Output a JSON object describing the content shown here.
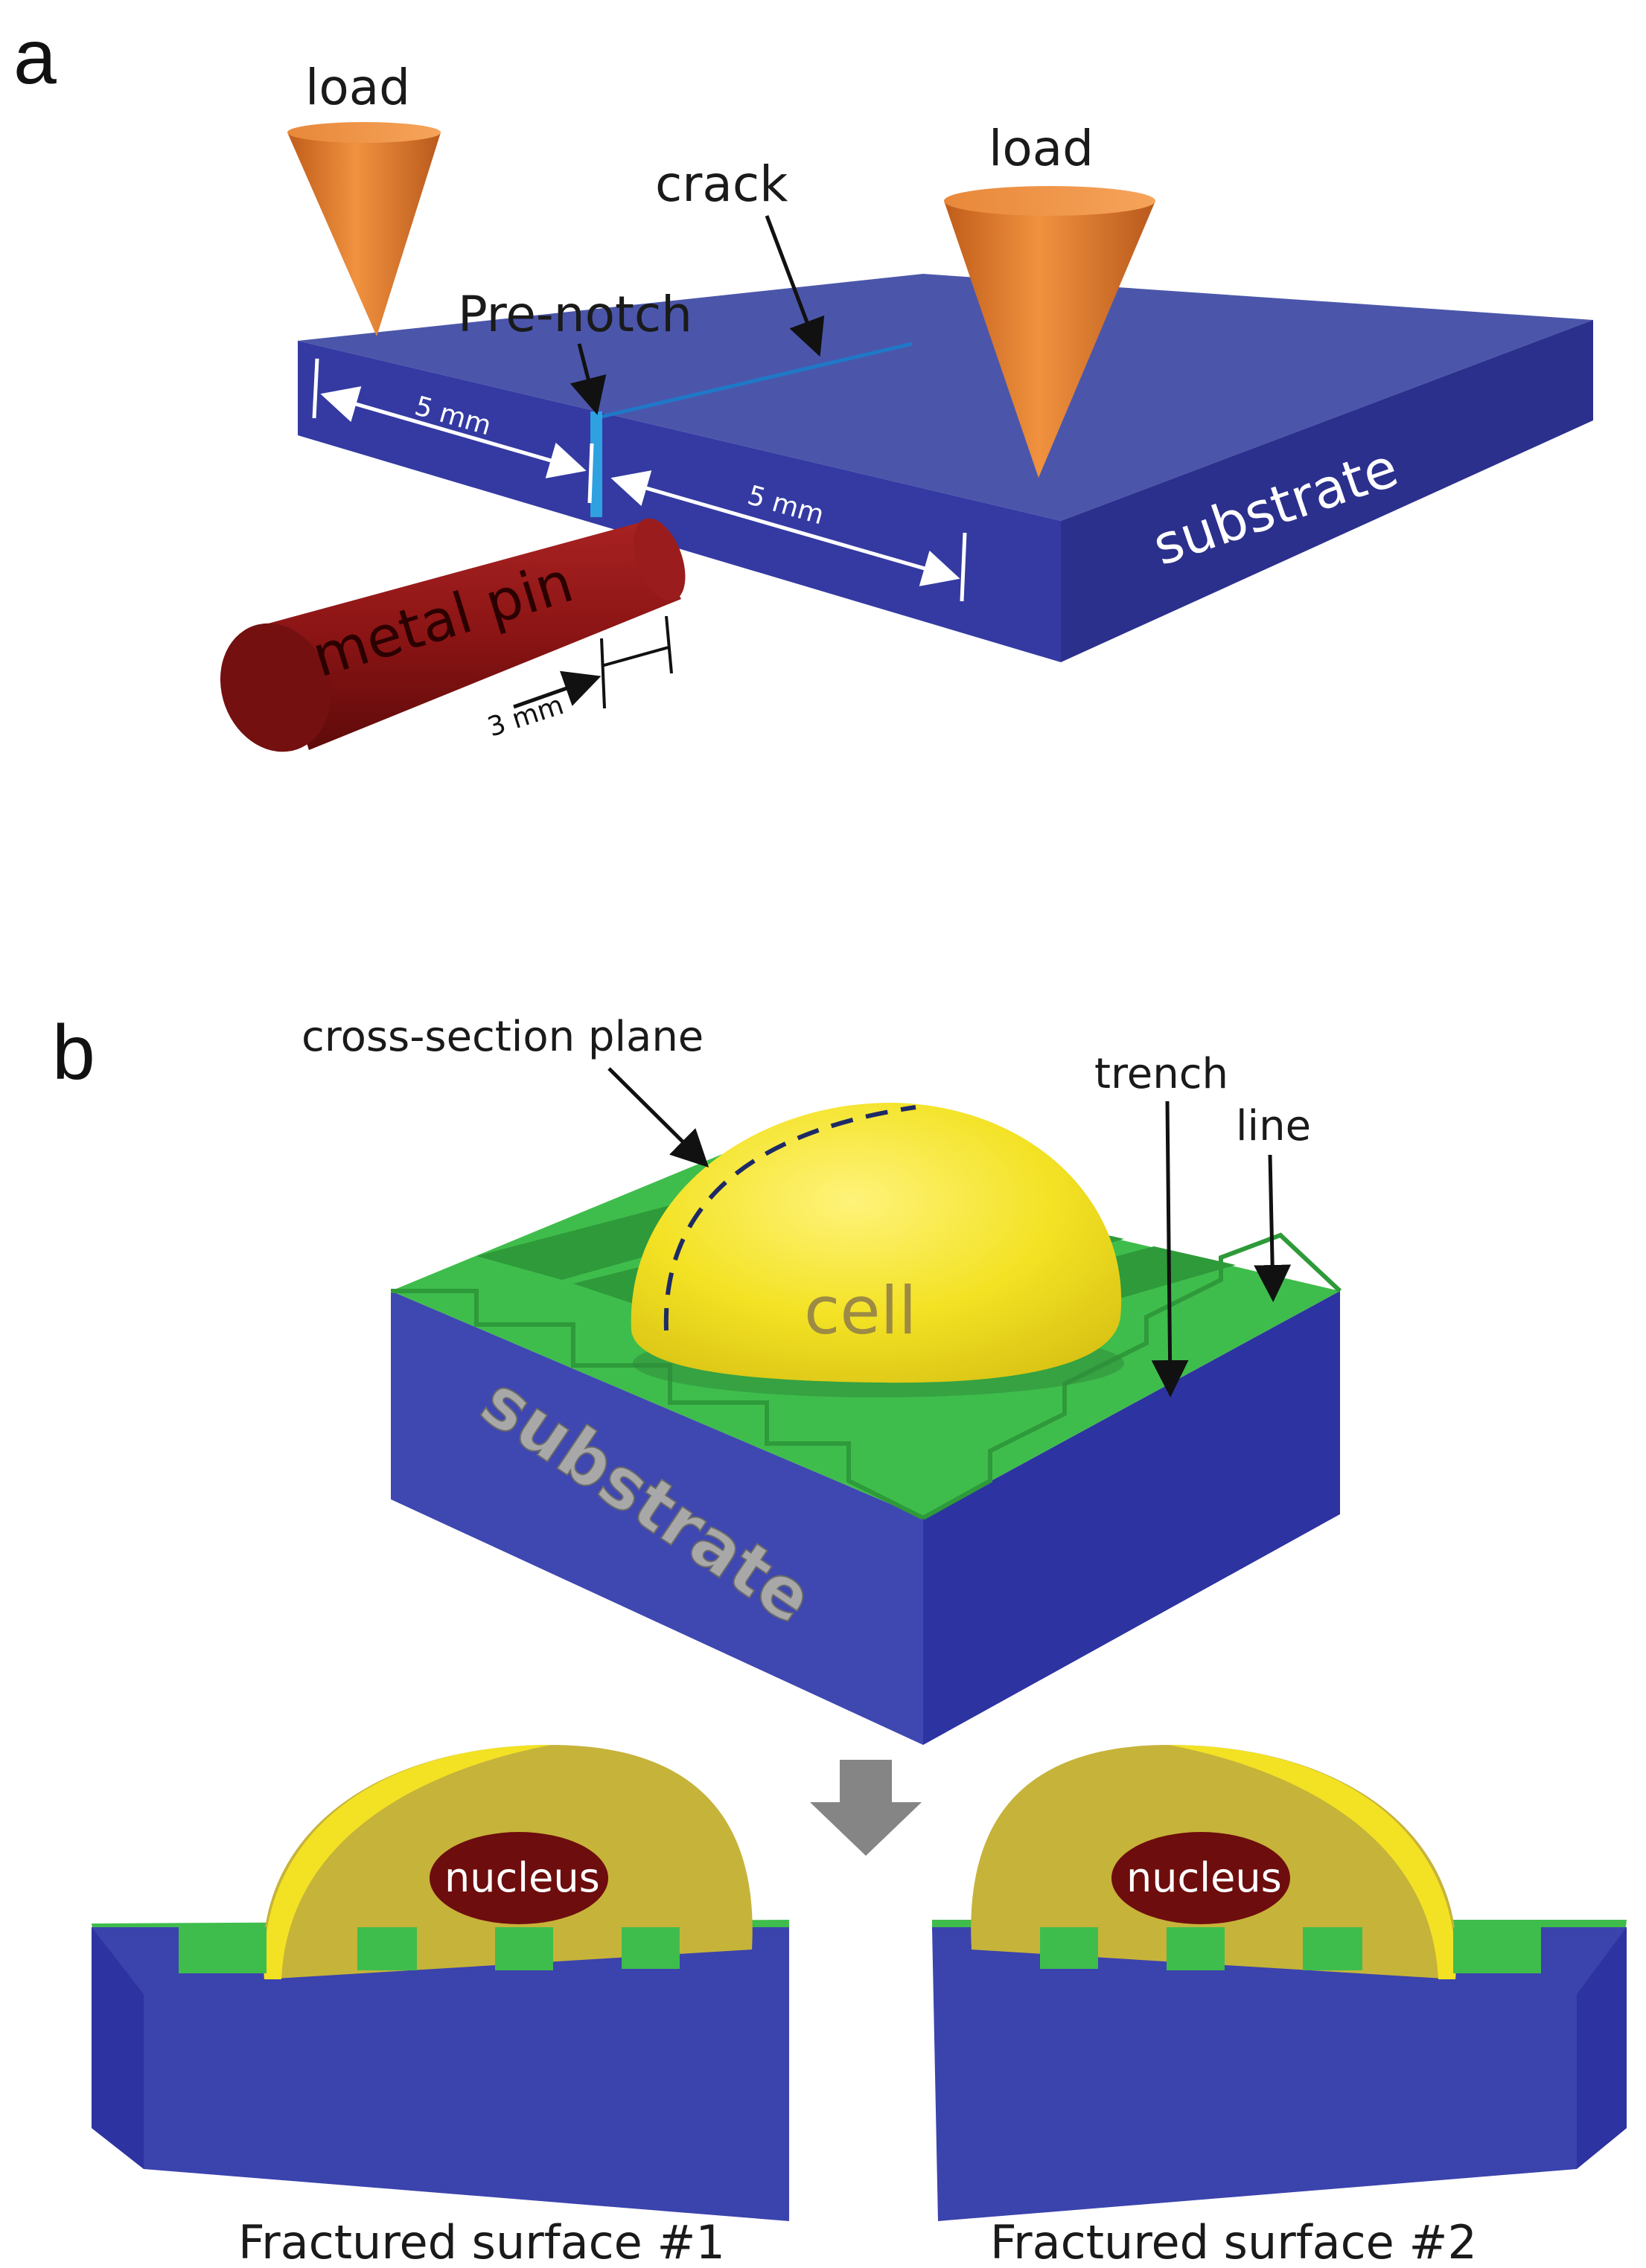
{
  "panels": {
    "a": {
      "letter": "a",
      "load_left": "load",
      "load_right": "load",
      "crack": "crack",
      "pre_notch": "Pre-notch",
      "dim_left": "5 mm",
      "dim_right": "5 mm",
      "dim_pin": "3 mm",
      "substrate": "substrate",
      "metal_pin": "metal pin"
    },
    "b": {
      "letter": "b",
      "cross_section": "cross-section plane",
      "trench": "trench",
      "line": "line",
      "cell": "cell",
      "substrate": "substrate",
      "nucleus_1": "nucleus",
      "nucleus_2": "nucleus",
      "caption_1": "Fractured surface #1",
      "caption_2": "Fractured surface #2"
    }
  },
  "colors": {
    "substrate_top": "#4a55a8",
    "substrate_front": "#3238a0",
    "substrate_side": "#2a2f8c",
    "cone": "#d9772e",
    "metal_pin": "#8b1414",
    "cell": "#f3e224",
    "cell_section": "#c6b33a",
    "nucleus": "#6e0d0d",
    "green_grooves": "#3cb84a",
    "arrow_gray": "#808080"
  }
}
